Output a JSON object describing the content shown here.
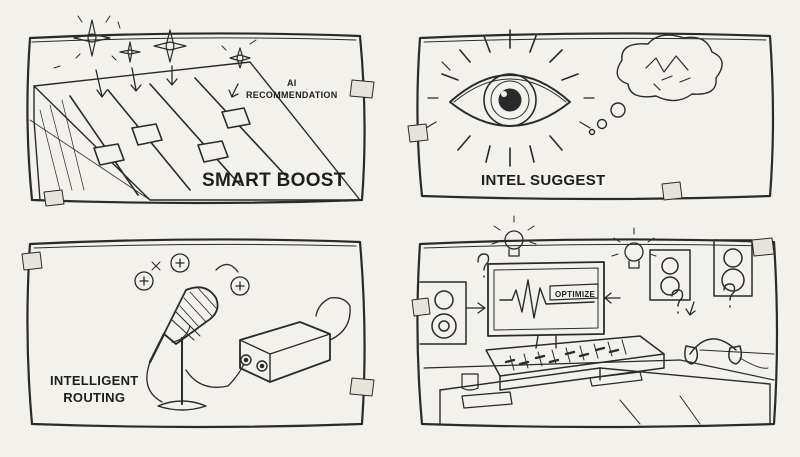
{
  "panels": {
    "smart_boost": {
      "title": "SMART BOOST",
      "annotation_line1": "AI",
      "annotation_line2": "RECOMMENDATION"
    },
    "intel_suggest": {
      "title": "INTEL SUGGEST"
    },
    "intelligent_routing": {
      "title_line1": "INTELLIGENT",
      "title_line2": "ROUTING"
    },
    "studio": {
      "screen_button": "OPTIMIZE"
    }
  },
  "colors": {
    "paper": "#f3f1ec",
    "ink": "#2a2a2a",
    "tape": "#e6e3da"
  }
}
